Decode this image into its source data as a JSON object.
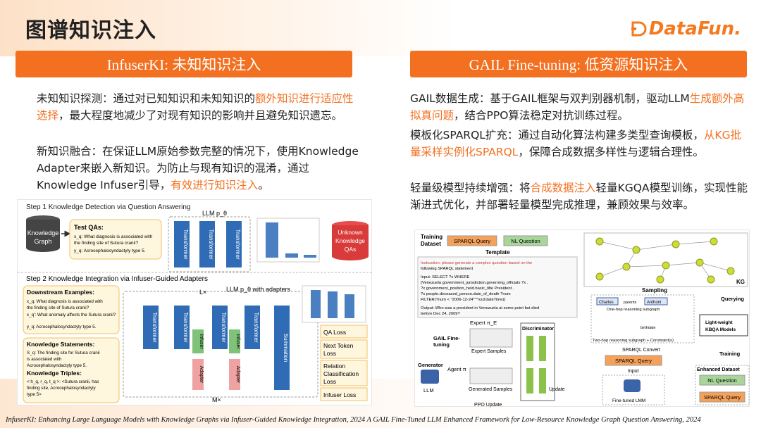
{
  "page_title": "图谱知识注入",
  "logo": {
    "text": "DataFun."
  },
  "left": {
    "banner": "InfuserKI: 未知知识注入",
    "p1": {
      "a": "未知知识探测：通过对已知知识和未知知识的",
      "b": "额外知识进行适应性选择",
      "c": "，最大程度地减少了对现有知识的影响并且避免知识遗忘。"
    },
    "p2": {
      "a": "新知识融合：在保证LLM原始参数完整的情况下，使用Knowledge Adapter来嵌入新知识。为防止与现有知识的混淆，通过Knowledge Infuser引导，",
      "b": "有效进行知识注入",
      "c": "。"
    }
  },
  "right": {
    "banner": "GAIL Fine-tuning: 低资源知识注入",
    "p1": {
      "a": "GAIL数据生成：基于GAIL框架与双判别器机制，驱动LLM",
      "b": "生成额外高拟真问题",
      "c": "，结合PPO算法稳定对抗训练过程。"
    },
    "p2": {
      "a": "模板化SPARQL扩充：通过自动化算法构建多类型查询模板，",
      "b": "从KG批量采样实例化SPARQL",
      "c": "，保障合成数据多样性与逻辑合理性。"
    },
    "p3": {
      "a": "轻量级模型持续增强：将",
      "b": "合成数据注入",
      "c": "轻量KGQA模型训练，实现性能渐进式优化，并部署轻量模型完成推理，兼顾效果与效率。"
    }
  },
  "fig_left": {
    "step1": "Step 1 Knowledge Detection via Question Answering",
    "step2": "Step 2 Knowledge Integration via Infuser-Guided Adapters",
    "kg": "Knowledge Graph",
    "test_qas": "Test QAs:",
    "test_q": "x_q: What diagnosis is associated with the finding site of Sutura cranii?",
    "test_a": "y_q: Acrocephalosyndactyly type 5.",
    "llm": "LLM p_θ",
    "llm2": "LLM p_θ with adapters",
    "transformer": "Transformer",
    "unknown": "Unknown Knowledge QAs",
    "downstream": "Downstream Examples:",
    "ds_q": "x_q: What diagnosis is associated with the finding site of Sutura cranii?",
    "ds_q2": "x_q': What anomaly affects the Sutura cranii?",
    "ds_a": "y_q: Acrocephalosyndactyly type 5.",
    "ks": "Knowledge Statements:",
    "ks_t": "S_q: The finding site for Sutura cranii is associated with Acrocephalosyndactyly type 5.",
    "kt": "Knowledge Triples:",
    "kt_t": "< h_q, r_q, t_q >: <Sutura cranii, has finding site, Acrocephalosyndactyly type 5>",
    "infuser": "Infuser",
    "adapter": "Adapter",
    "summation": "Summation",
    "losses": [
      "QA Loss",
      "Next Token Loss",
      "Relation Classification Loss",
      "Infuser Loss"
    ],
    "lx": "L×",
    "mx": "M×"
  },
  "fig_right": {
    "training_dataset": "Training Dataset",
    "sparql_query": "SPARQL Query",
    "nl_question": "NL Question",
    "template": "Template",
    "instruction": "Instruction: please generate a complex question based on the following SPARQL statement",
    "input": "Input: SELECT ?x WHERE {Venezuela government_jurisdiction.governing_officials ?x . ?x government_position_held.basic_title President . ?x people.deceased_person.date_of_death ?num FILTER(?num < \"2006-12-24\"^^xsd:dateTime)}",
    "output": "Output: Who was a president in Venezuela at some point but died before Dec 24, 2009?",
    "gail": "GAIL Fine-tuning",
    "expert": "Expert π_E",
    "expert_samples": "Expert Samples",
    "discriminator": "Discriminator",
    "generator": "Generator",
    "llm": "LLM",
    "agent": "Agent π",
    "generated": "Generated Samples",
    "update": "Update",
    "ppo": "PPO Update",
    "sampling": "Sampling",
    "one_hop": "One-hop reasoning subgraph",
    "two_hop": "Two-hop reasoning subgraph + Constraint(s)",
    "sparql_convert": "SPARQL Convert",
    "input_lbl": "Input",
    "finetuned": "Fine-tuned LMM",
    "querying": "Querying",
    "kbqa": "Light-weight KBQA Models",
    "training": "Training",
    "enhanced": "Enhanced Dataset",
    "kg": "KG",
    "charles": "Charles",
    "anthoni": "Anthoni",
    "parents": "parents",
    "birthdate": "birthdate"
  },
  "footer": "InfuserKI: Enhancing Large Language Models with Knowledge Graphs via Infuser-Guided Knowledge Integration, 2024   A GAIL Fine-Tuned LLM Enhanced Framework for Low-Resource Knowledge Graph Question Answering, 2024"
}
